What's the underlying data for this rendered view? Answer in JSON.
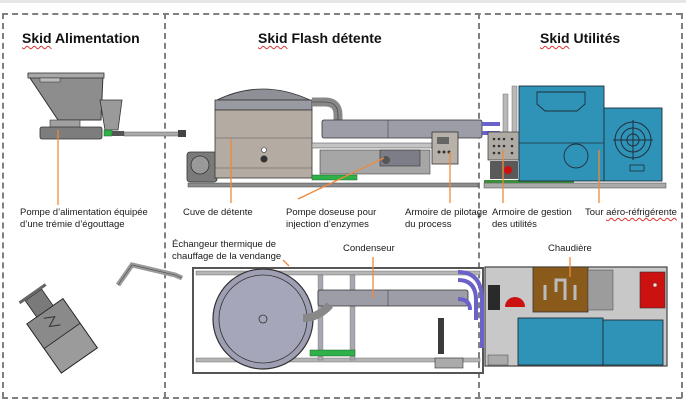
{
  "sections": [
    {
      "id": "alimentation",
      "title_prefix": "Skid",
      "title_rest": " Alimentation"
    },
    {
      "id": "flash",
      "title_prefix": "Skid",
      "title_rest": " Flash détente"
    },
    {
      "id": "utilites",
      "title_prefix": "Skid",
      "title_rest": " Utilités"
    }
  ],
  "labels": {
    "pompe_alimentation": "Pompe d’alimentation équipée\nd’une trémie d’égouttage",
    "cuve_detente": "Cuve de détente",
    "pompe_doseuse": "Pompe doseuse pour\ninjection d’enzymes",
    "armoire_pilotage": "Armoire de pilotage\ndu process",
    "armoire_gestion": "Armoire de gestion\ndes utilités",
    "tour_prefix": "Tour ",
    "tour_rest": "aéro-réfrigérente",
    "echangeur": "Échangeur thermique de\nchauffage de la vendange",
    "condenseur": "Condenseur",
    "chaudiere": "Chaudière"
  },
  "colors": {
    "leader_line": "#f0883a",
    "divider": "#808080",
    "steel": "#9a9a9a",
    "tank_body": "#b4aca2",
    "utility_blue": "#2f93b8",
    "boiler_brown": "#8a5a1a",
    "red_unit": "#cc1111",
    "green_pipe": "#2fb14a",
    "purple_hose": "#6b62c9"
  }
}
